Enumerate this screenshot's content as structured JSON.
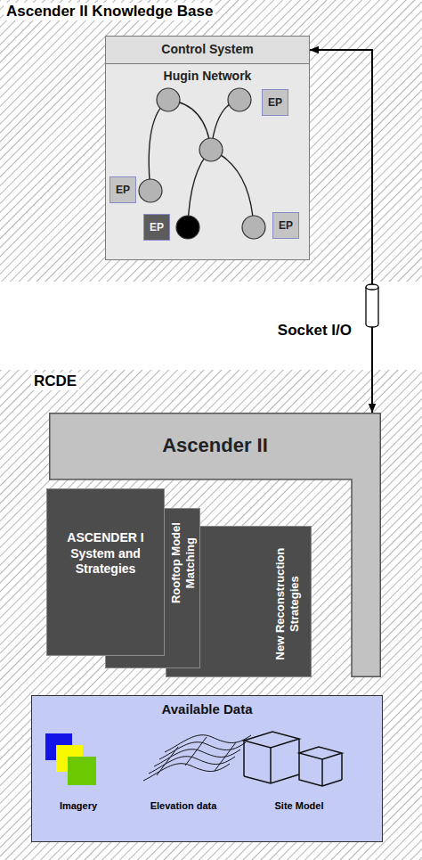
{
  "diagram": {
    "nodes": [
      {
        "text": [
          "Ascender II Knowledge Base"
        ]
      },
      {
        "text": [
          "Control System"
        ],
        "in": 0
      },
      {
        "text": [
          "Hugin Network"
        ],
        "in": 0
      },
      {
        "text": [
          "EP"
        ],
        "in": 2
      },
      {
        "text": [
          "EP"
        ],
        "in": 2
      },
      {
        "text": [
          "EP"
        ],
        "in": 2
      },
      {
        "text": [
          "EP"
        ],
        "in": 2
      },
      {
        "text": [
          "RCDE"
        ]
      },
      {
        "text": [
          "Ascender II"
        ],
        "in": 7
      },
      {
        "text": [
          "ASCENDER I System and Strategies"
        ],
        "in": 8
      },
      {
        "text": [
          "Rooftop Model Matching"
        ],
        "in": 8
      },
      {
        "text": [
          "New Reconstruction Strategies"
        ],
        "in": 8
      },
      {
        "text": [
          "Available Data"
        ],
        "in": 7
      }
    ],
    "edges": [
      {
        "from": 8,
        "to": 1,
        "arrow": "both",
        "label": "Socket I/O"
      }
    ],
    "labels": [
      "Imagery",
      "Elevation data",
      "Site Model"
    ]
  }
}
